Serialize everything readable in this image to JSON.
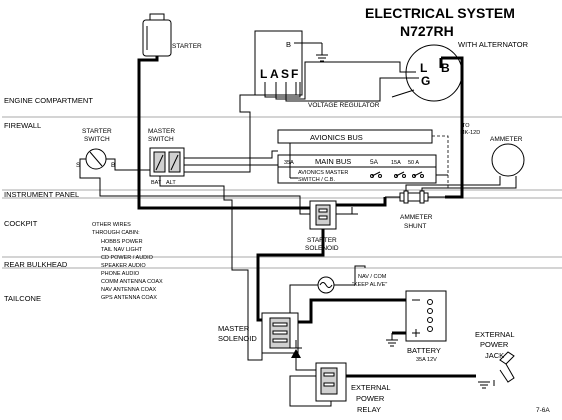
{
  "title": {
    "line1": "ELECTRICAL SYSTEM",
    "line2": "N727RH",
    "line3": "WITH ALTERNATOR"
  },
  "zones": {
    "engine_compartment": "ENGINE COMPARTMENT",
    "firewall": "FIREWALL",
    "instrument_panel": "INSTRUMENT PANEL",
    "cockpit": "COCKPIT",
    "rear_bulkhead": "REAR BULKHEAD",
    "tailcone": "TAILCONE"
  },
  "components": {
    "starter": "STARTER",
    "voltage_regulator": "VOLTAGE REGULATOR",
    "vr_b": "B",
    "vr_l": "L",
    "vr_a": "A",
    "vr_s": "S",
    "vr_f": "F",
    "alt_l": "L",
    "alt_g": "G",
    "alt_b": "B",
    "starter_switch_1": "STARTER",
    "starter_switch_2": "SWITCH",
    "sw_s": "S",
    "sw_b": "B",
    "master_switch_1": "MASTER",
    "master_switch_2": "SWITCH",
    "bat": "BAT",
    "alt": "ALT",
    "avionics_bus": "AVIONICS BUS",
    "to_label": "TO",
    "mk12d": "MK-12D",
    "ammeter": "AMMETER",
    "main_bus_35a": "35A",
    "main_bus": "MAIN BUS",
    "bus_5a": "5A",
    "bus_15a": "15A",
    "bus_50a": "50 A",
    "avionics_master": "AVIONICS MASTER",
    "switch_cb": "SWITCH / C.B.",
    "starter_solenoid_1": "STARTER",
    "starter_solenoid_2": "SOLENOID",
    "ammeter_shunt_1": "AMMETER",
    "ammeter_shunt_2": "SHUNT",
    "nav_com": "NAV / COM",
    "keep_alive": "\"KEEP ALIVE\"",
    "master_solenoid_1": "MASTER",
    "master_solenoid_2": "SOLENOID",
    "battery": "BATTERY",
    "battery_spec": "35A  12V",
    "ext_power_jack_1": "EXTERNAL",
    "ext_power_jack_2": "POWER",
    "ext_power_jack_3": "JACK",
    "ext_power_relay_1": "EXTERNAL",
    "ext_power_relay_2": "POWER",
    "ext_power_relay_3": "RELAY",
    "page_ref": "7-6A"
  },
  "other_wires": [
    "OTHER WIRES",
    "THROUGH CABIN:",
    "HOBBS POWER",
    "TAIL NAV LIGHT",
    "CD POWER / AUDIO",
    "SPEAKER AUDIO",
    "PHONE AUDIO",
    "COMM ANTENNA COAX",
    "NAV ANTENNA COAX",
    "GPS ANTENNA COAX"
  ]
}
